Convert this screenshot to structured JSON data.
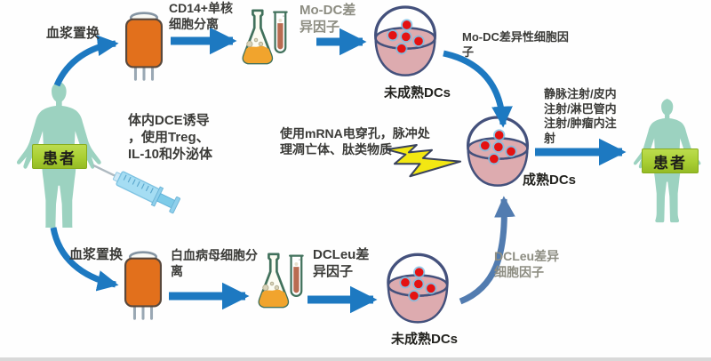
{
  "colors": {
    "arrow_blue": "#1d79c1",
    "arrow_steel": "#527cb0",
    "bag_orange": "#e2701c",
    "dish_pink": "#ddabaf",
    "dish_rim": "#44517c",
    "cell_red": "#e41212",
    "cell_halo": "#79bee4",
    "body_teal": "#9cd2c0",
    "label_green": "#a9cf33",
    "flask_liquid": "#f1a42d",
    "flask_outline": "#41715c",
    "tube_liquid": "#b96b51",
    "syringe_blue": "#a5ddf3",
    "lightning_yellow": "#f2e713",
    "text_dark": "#3b3b38",
    "text_gray": "#8d8d82"
  },
  "labels": {
    "patient_left": "患者",
    "patient_right": "患者",
    "plasma_exchange_top": "血浆置换",
    "plasma_exchange_bottom": "血浆置换",
    "cd14_monocyte_separation": "CD14+单核\n细胞分离",
    "mo_dc_diff_factor": "Mo-DC差\n异因子",
    "immature_dcs_top": "未成熟DCs",
    "mo_dc_diff_cytokines": "Mo-DC差异性细胞因\n子",
    "injection_routes": "静脉注射/皮内\n注射/淋巴管内\n注射/肿瘤内注\n射",
    "in_vivo_dce_induction": "体内DCE诱导\n，使用Treg、\nIL-10和外泌体",
    "mrna_electroporation": "使用mRNA电穿孔，脉冲处\n理凋亡体、肽类物质",
    "mature_dcs": "成熟DCs",
    "leukemia_blast_separation": "白血病母细胞分\n离",
    "dcleu_diff_factor": "DCLeu差\n异因子",
    "immature_dcs_bottom": "未成熟DCs",
    "dcleu_diff_cytokines": "DCLeu差异\n细胞因子"
  }
}
